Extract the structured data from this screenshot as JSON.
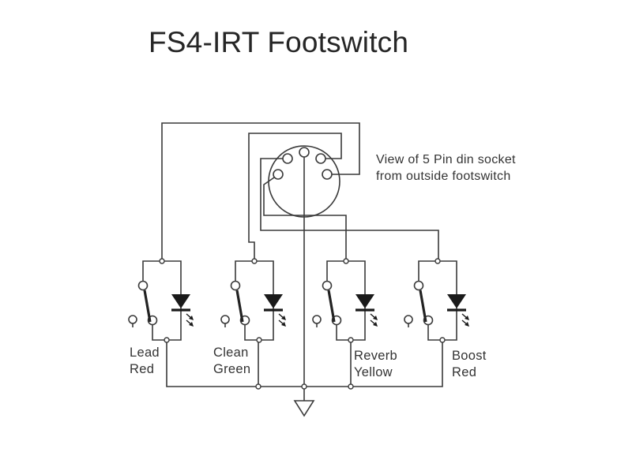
{
  "title": "FS4-IRT Footswitch",
  "din_note": {
    "line1": "View of 5 Pin din socket",
    "line2": "from outside footswitch"
  },
  "channels": [
    {
      "name": "Lead",
      "led_color": "Red"
    },
    {
      "name": "Clean",
      "led_color": "Green"
    },
    {
      "name": "Reverb",
      "led_color": "Yellow"
    },
    {
      "name": "Boost",
      "led_color": "Red"
    }
  ],
  "connector": {
    "type": "5 Pin DIN socket",
    "pins": 5
  },
  "ground_symbol": "ground-icon"
}
